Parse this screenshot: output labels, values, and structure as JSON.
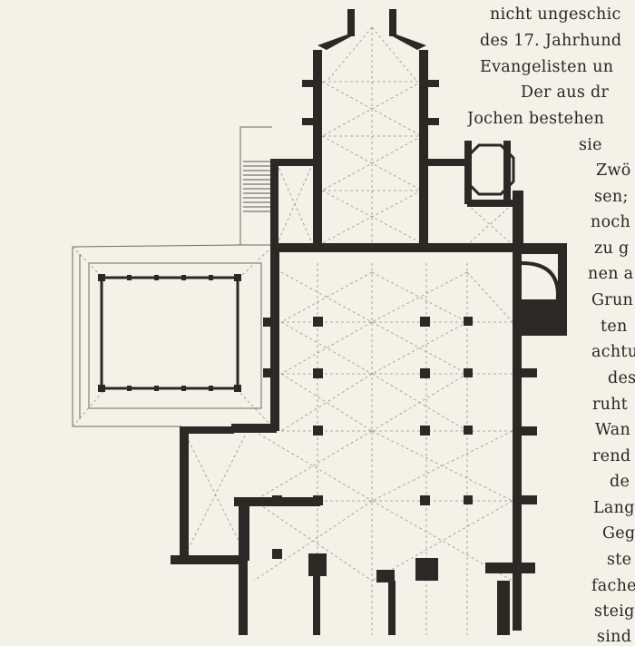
{
  "page": {
    "background": "#f4f1e9",
    "ink": "#2a2622",
    "wall_color": "#2b2826",
    "guide_color": "#9a948b"
  },
  "text_column": {
    "lines": [
      "nicht ungeschic",
      "des 17. Jahrhund",
      "Evangelisten un",
      "Der aus dr",
      "Jochen bestehen",
      "sie",
      "Zwö",
      "sen;",
      "noch",
      "zu g",
      "nen a",
      "Grun",
      "ten",
      "achtu",
      "des",
      "ruht",
      "Wan",
      "rend",
      "de",
      "Lang",
      "Geg",
      "ste",
      "fache",
      "steig",
      "sind"
    ]
  },
  "floor_plan": {
    "subject": "church-floor-plan",
    "pillar_count_nave": 21
  }
}
